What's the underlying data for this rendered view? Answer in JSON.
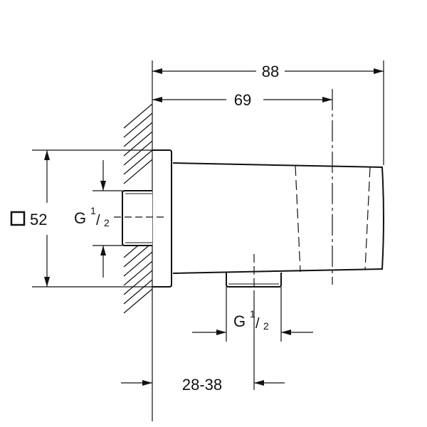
{
  "dimensions": {
    "overall_length": "88",
    "center_distance": "69",
    "square_size_prefix_icon": "square-icon",
    "square_size": "52",
    "wall_thread": {
      "letter": "G",
      "num": "1",
      "den": "2"
    },
    "outlet_thread": {
      "letter": "G",
      "num": "1",
      "den": "2"
    },
    "wall_offset": "28-38"
  },
  "colors": {
    "line": "#111111"
  }
}
